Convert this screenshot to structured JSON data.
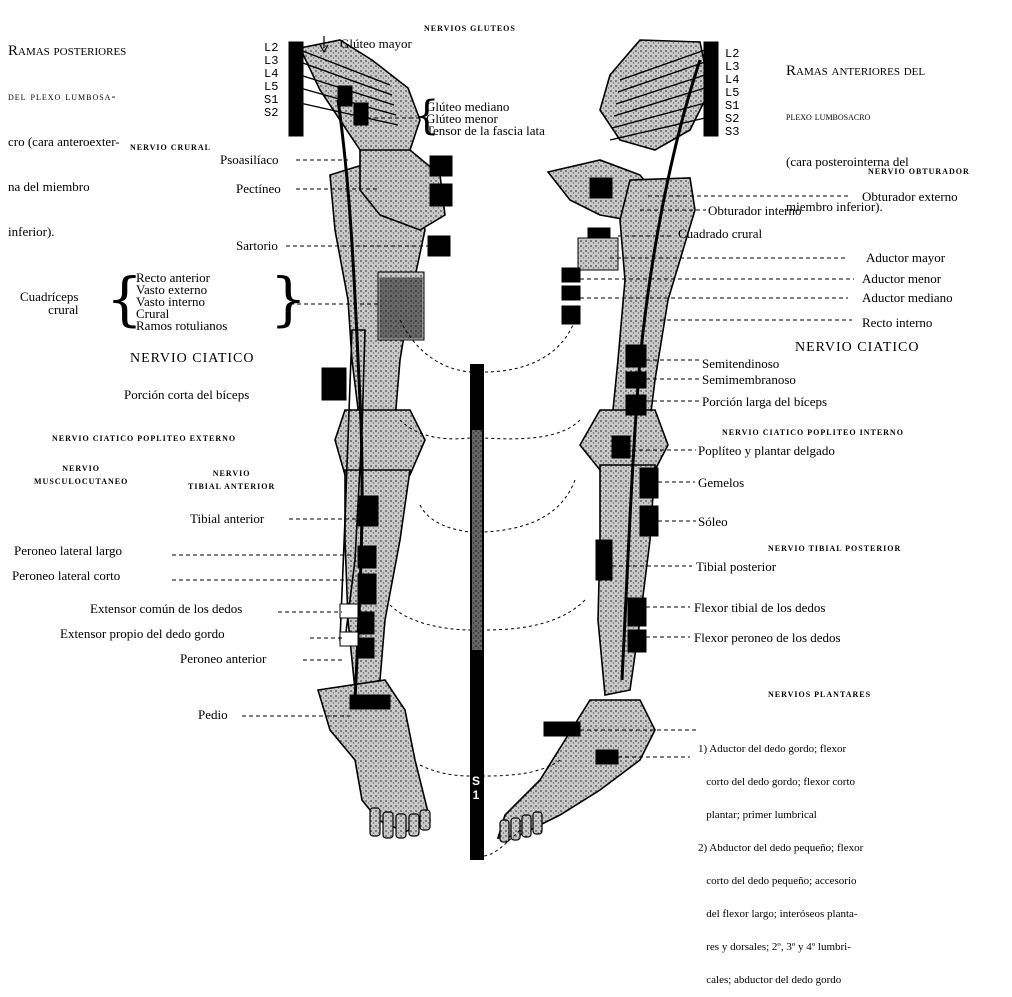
{
  "headers": {
    "left_title_caps": "Ramas posteriores",
    "left_line2": "del plexo lumbosa-",
    "left_line3": "cro (cara anteroexter-",
    "left_line4": "na del miembro",
    "left_line5": "inferior).",
    "right_title_caps": "Ramas anteriores del",
    "right_line2": "plexo lumbosacro",
    "right_line3": "(cara posterointerna del",
    "right_line4": "miembro inferior)."
  },
  "root_levels_left": [
    "L2",
    "L3",
    "L4",
    "L5",
    "S1",
    "S2"
  ],
  "root_levels_right": [
    "L2",
    "L3",
    "L4",
    "L5",
    "S1",
    "S2",
    "S3"
  ],
  "nerve_headings": {
    "gluteos": "Nervios gluteos",
    "crural": "Nervio crural",
    "obturador": "Nervio obturador",
    "ciatico_left": "NERVIO CIATICO",
    "ciatico_right": "NERVIO CIATICO",
    "popliteo_externo": "Nervio ciatico popliteo externo",
    "popliteo_interno": "Nervio ciatico popliteo interno",
    "musculocutaneo_1": "Nervio",
    "musculocutaneo_2": "musculocutaneo",
    "tibial_anterior_1": "Nervio",
    "tibial_anterior_2": "tibial anterior",
    "tibial_posterior": "Nervio tibial posterior",
    "plantares": "Nervios plantares"
  },
  "left_labels": {
    "gluteo_mayor": "Glúteo mayor",
    "gluteo_mediano": "Glúteo mediano",
    "gluteo_menor": "Glúteo menor",
    "tensor": "Tensor de la fascia lata",
    "psoasiliaco": "Psoasilíaco",
    "pectineo": "Pectíneo",
    "sartorio": "Sartorio",
    "cuadriceps_1": "Cuadríceps",
    "cuadriceps_2": "crural",
    "recto_anterior": "Recto anterior",
    "vasto_externo": "Vasto externo",
    "vasto_interno": "Vasto interno",
    "crural": "Crural",
    "ramos_rotulianos": "Ramos rotulianos",
    "porcion_corta": "Porción corta del bíceps",
    "tibial_anterior": "Tibial anterior",
    "peroneo_largo": "Peroneo lateral largo",
    "peroneo_corto": "Peroneo lateral corto",
    "extensor_comun": "Extensor común de los dedos",
    "extensor_propio": "Extensor propio del dedo gordo",
    "peroneo_anterior": "Peroneo anterior",
    "pedio": "Pedio"
  },
  "right_labels": {
    "obturador_externo": "Obturador externo",
    "obturador_interno": "Obturador interno",
    "cuadrado_crural": "Cuadrado crural",
    "aductor_mayor": "Aductor mayor",
    "aductor_menor": "Aductor menor",
    "aductor_mediano": "Aductor mediano",
    "recto_interno": "Recto interno",
    "semitendinoso": "Semitendinoso",
    "semimembranoso": "Semimembranoso",
    "porcion_larga": "Porción larga del bíceps",
    "popliteo": "Poplíteo y plantar delgado",
    "gemelos": "Gemelos",
    "soleo": "Sóleo",
    "tibial_posterior": "Tibial posterior",
    "flexor_tibial": "Flexor tibial de los dedos",
    "flexor_peroneo": "Flexor peroneo de los dedos"
  },
  "plantar_notes": {
    "n1_l1": "1) Aductor del dedo gordo; flexor",
    "n1_l2": "   corto del dedo gordo; flexor corto",
    "n1_l3": "   plantar; primer lumbrical",
    "n2_l1": "2) Abductor del dedo pequeño; flexor",
    "n2_l2": "   corto del dedo pequeño; accesorio",
    "n2_l3": "   del flexor largo; interóseos planta-",
    "n2_l4": "   res y dorsales; 2º, 3º y 4º lumbri-",
    "n2_l5": "   cales; abductor del dedo gordo"
  },
  "central_bar_label": "S1",
  "colors": {
    "ink": "#000000",
    "bone_fill": "#9a9a9a",
    "paper": "#ffffff"
  }
}
